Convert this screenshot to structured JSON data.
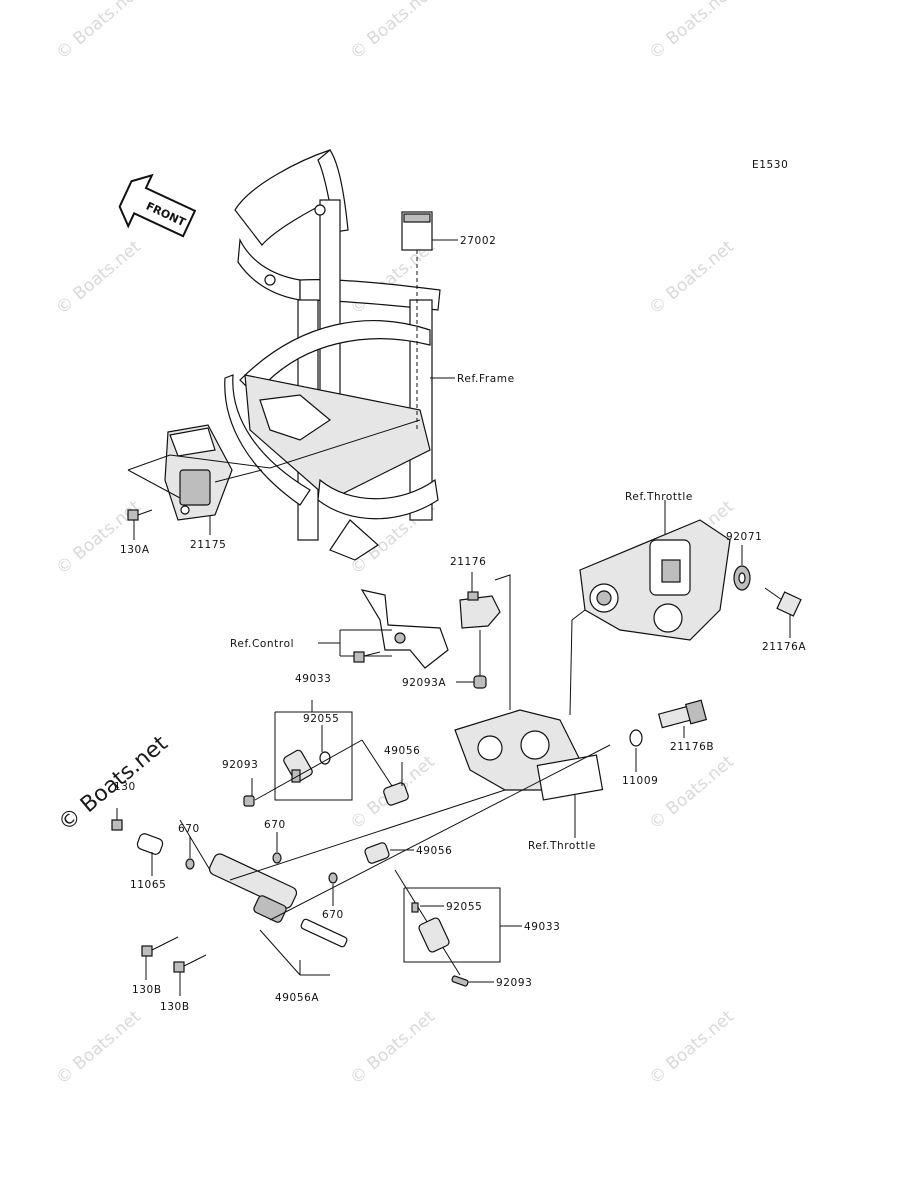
{
  "diagram_code": "E1530",
  "front_label": "FRONT",
  "watermark": "© Boats.net",
  "watermark_prominent": "© Boats.net",
  "refs": {
    "frame": "Ref.Frame",
    "throttle_top": "Ref.Throttle",
    "throttle_bottom": "Ref.Throttle",
    "control": "Ref.Control"
  },
  "parts": {
    "p27002": "27002",
    "p21175": "21175",
    "p130A": "130A",
    "p21176": "21176",
    "p92071": "92071",
    "p21176A": "21176A",
    "p92093A": "92093A",
    "p49033_top": "49033",
    "p92055_top": "92055",
    "p92093_top": "92093",
    "p49056_top": "49056",
    "p130_top": "130",
    "p670_a": "670",
    "p670_b": "670",
    "p11065": "11065",
    "p49056_mid": "49056",
    "p670_c": "670",
    "p92055_bot": "92055",
    "p49033_bot": "49033",
    "p92093_bot": "92093",
    "p130B_a": "130B",
    "p130B_b": "130B",
    "p49056A": "49056A",
    "p11009": "11009",
    "p21176B": "21176B"
  }
}
